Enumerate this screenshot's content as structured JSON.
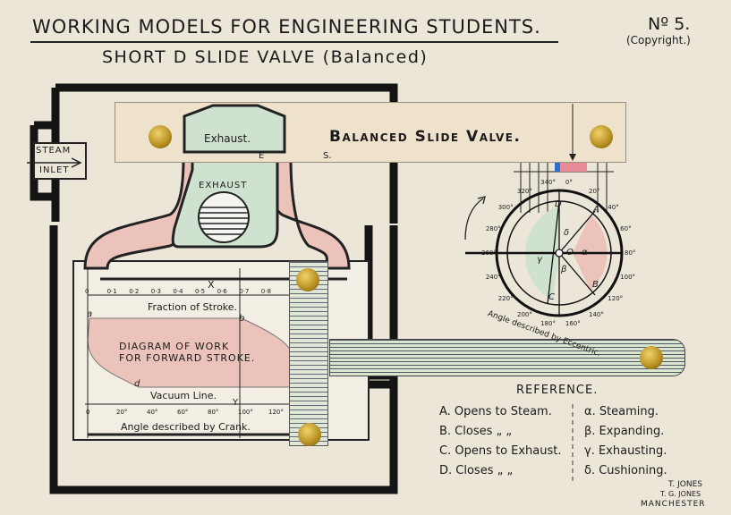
{
  "card": {
    "title": "WORKING MODELS FOR ENGINEERING STUDENTS.",
    "subtitle": "SHORT D SLIDE VALVE (Balanced)",
    "number": "Nº 5.",
    "copyright": "(Copyright.)"
  },
  "valve": {
    "strip_label": "Balanced Slide Valve.",
    "steam_inlet_line1": "STEAM",
    "steam_inlet_line2": "INLET",
    "exhaust_top": "Exhaust.",
    "exhaust_mid": "EXHAUST",
    "port_e": "E",
    "port_s": "S."
  },
  "work_diagram": {
    "fraction_ticks": [
      "0",
      "0·1",
      "0·2",
      "0·3",
      "0·4",
      "0·5",
      "0·6",
      "0·7",
      "0·8"
    ],
    "x_label": "X",
    "fraction_label": "Fraction of Stroke.",
    "point_a": "a",
    "point_b": "b",
    "point_d": "d",
    "diagram_line1": "DIAGRAM OF WORK",
    "diagram_line2": "FOR FORWARD STROKE.",
    "vacuum_label": "Vacuum Line.",
    "y_label": "Y",
    "angle_ticks": [
      "0",
      "20°",
      "40°",
      "60°",
      "80°",
      "100°",
      "120°"
    ],
    "angle_label": "Angle described by Crank."
  },
  "eccentric": {
    "ring_labels": [
      "0°",
      "20°",
      "40°",
      "60°",
      "80°",
      "100°",
      "120°",
      "140°",
      "160°",
      "180°",
      "200°",
      "220°",
      "240°",
      "260°",
      "280°",
      "300°",
      "320°",
      "340°"
    ],
    "point_labels": {
      "A": "A",
      "B": "B",
      "C": "C",
      "D": "D",
      "O": "O"
    },
    "greek": {
      "alpha": "α",
      "beta": "β",
      "gamma": "γ",
      "delta": "δ"
    },
    "caption": "Angle described by Eccentric."
  },
  "reference": {
    "title": "REFERENCE.",
    "left": [
      "A. Opens to Steam.",
      "B. Closes  „    „",
      "C. Opens to Exhaust.",
      "D. Closes  „    „"
    ],
    "right": [
      "α. Steaming.",
      "β. Expanding.",
      "γ. Exhausting.",
      "δ. Cushioning."
    ]
  },
  "maker": {
    "line1": "T. JONES",
    "line2": "T. G. JONES",
    "line3": "MANCHESTER"
  }
}
